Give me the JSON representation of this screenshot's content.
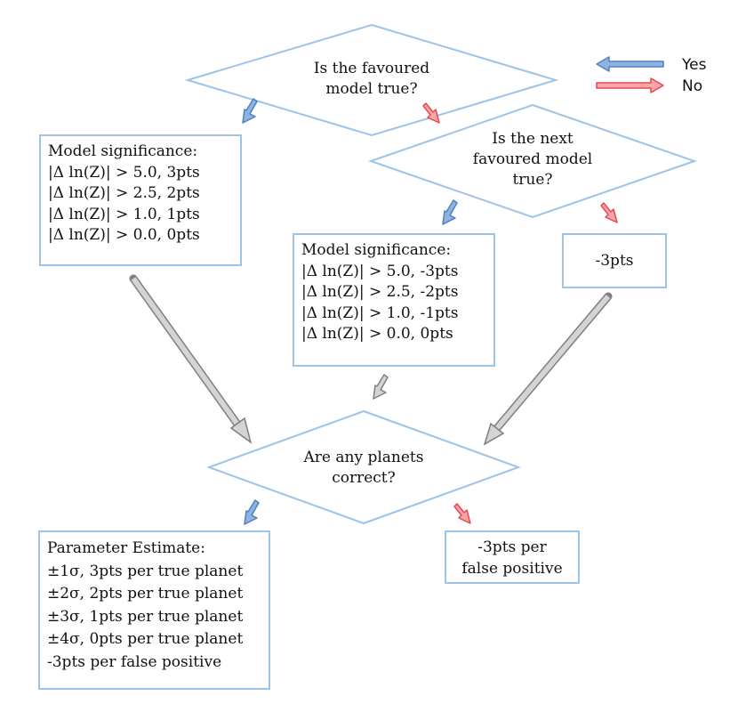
{
  "legend": {
    "yes": "Yes",
    "no": "No"
  },
  "decisions": {
    "q1": [
      "Is the favoured",
      "model true?"
    ],
    "q2": [
      "Is the next",
      "favoured model",
      "true?"
    ],
    "q3": [
      "Are any planets",
      "correct?"
    ]
  },
  "boxes": {
    "model_sig_positive": {
      "lines": [
        "Model significance:",
        "|Δ ln(Z)| > 5.0, 3pts",
        "|Δ ln(Z)| > 2.5, 2pts",
        "|Δ ln(Z)| > 1.0, 1pts",
        "|Δ ln(Z)| > 0.0, 0pts"
      ]
    },
    "model_sig_negative": {
      "lines": [
        "Model significance:",
        "|Δ ln(Z)| > 5.0, -3pts",
        "|Δ ln(Z)| > 2.5, -2pts",
        "|Δ ln(Z)| > 1.0, -1pts",
        "|Δ ln(Z)| > 0.0, 0pts"
      ]
    },
    "minus3": {
      "lines": [
        "-3pts"
      ]
    },
    "param_est": {
      "lines": [
        "Parameter Estimate:",
        "±1σ, 3pts per true planet",
        "±2σ, 2pts per true planet",
        "±3σ, 1pts per true planet",
        "±4σ, 0pts per true planet",
        "-3pts per false positive"
      ]
    },
    "false_pos": {
      "lines": [
        "-3pts per",
        "false positive"
      ]
    }
  },
  "colors": {
    "border": "#9dc3e6",
    "yes_arrow": "#6fa0dc",
    "no_arrow": "#f4838a",
    "gray_arrow": "#c9c9c9"
  }
}
